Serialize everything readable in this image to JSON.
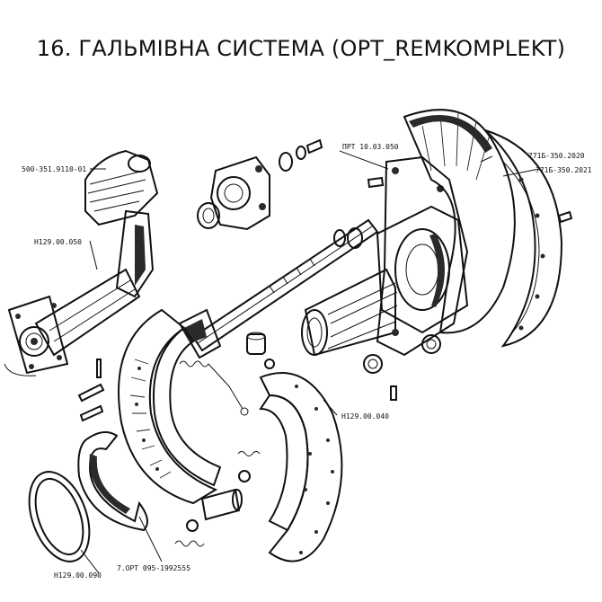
{
  "title": "16. ГАЛЬМІВНА СИСТЕМА (OPT_REMKOMPLEKT)",
  "labels": {
    "bracket_top": "500-351.9110-01",
    "tube": "H129.00.050",
    "prt": "ПРТ 10.03.050",
    "shield_1": "771Б-350.2020",
    "shield_2": "771Б-350.2021",
    "shoe": "H129.00.040",
    "ring": "H129.00.090",
    "lining": "7.OPT 095-1992555"
  }
}
